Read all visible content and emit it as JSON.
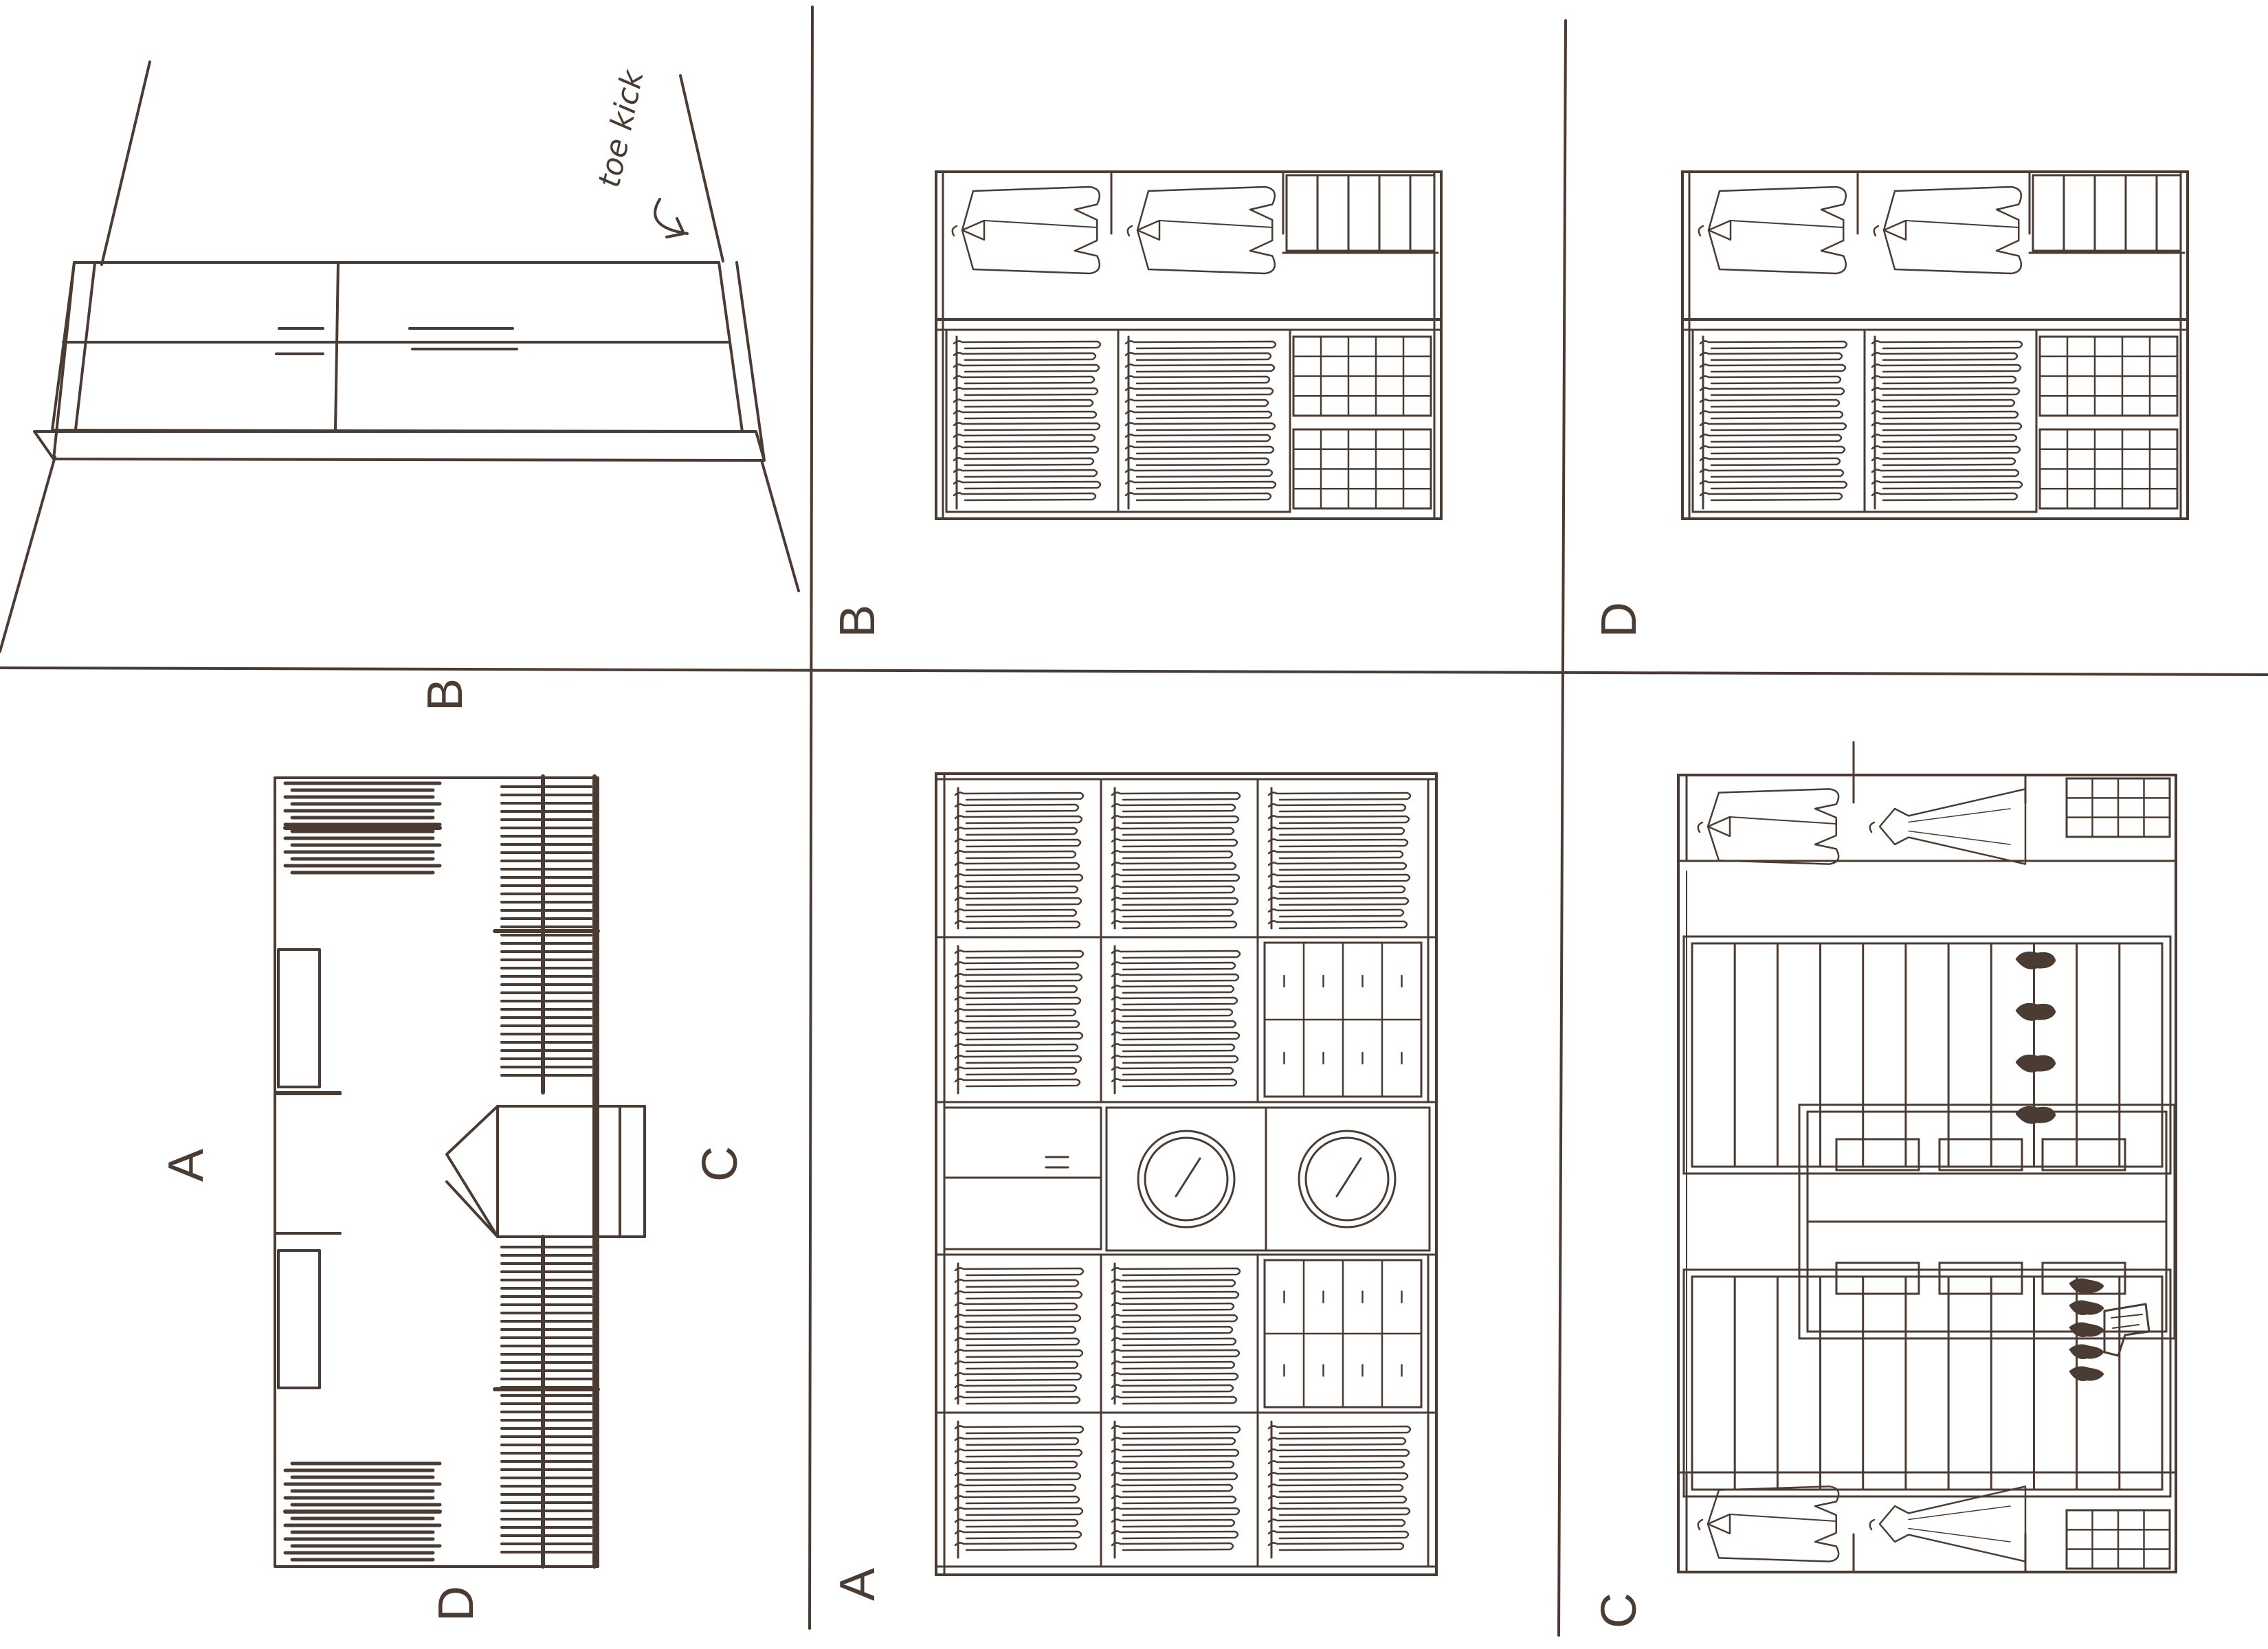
{
  "colors": {
    "ink": "#4a3b33",
    "background": "#ffffff"
  },
  "perspective": {
    "note": "toe kick"
  },
  "floor_plan": {
    "labels": {
      "a": "A",
      "b": "B",
      "c": "C",
      "d": "D"
    }
  },
  "elevations": {
    "b": {
      "label": "B"
    },
    "d": {
      "label": "D"
    },
    "a": {
      "label": "A"
    },
    "c": {
      "label": "C"
    }
  },
  "icons": [
    "jacket-icon",
    "hanging-shirts-icon",
    "drawer-grid-icon",
    "mirror-icon",
    "shoe-icon",
    "boot-icon",
    "dress-icon"
  ]
}
